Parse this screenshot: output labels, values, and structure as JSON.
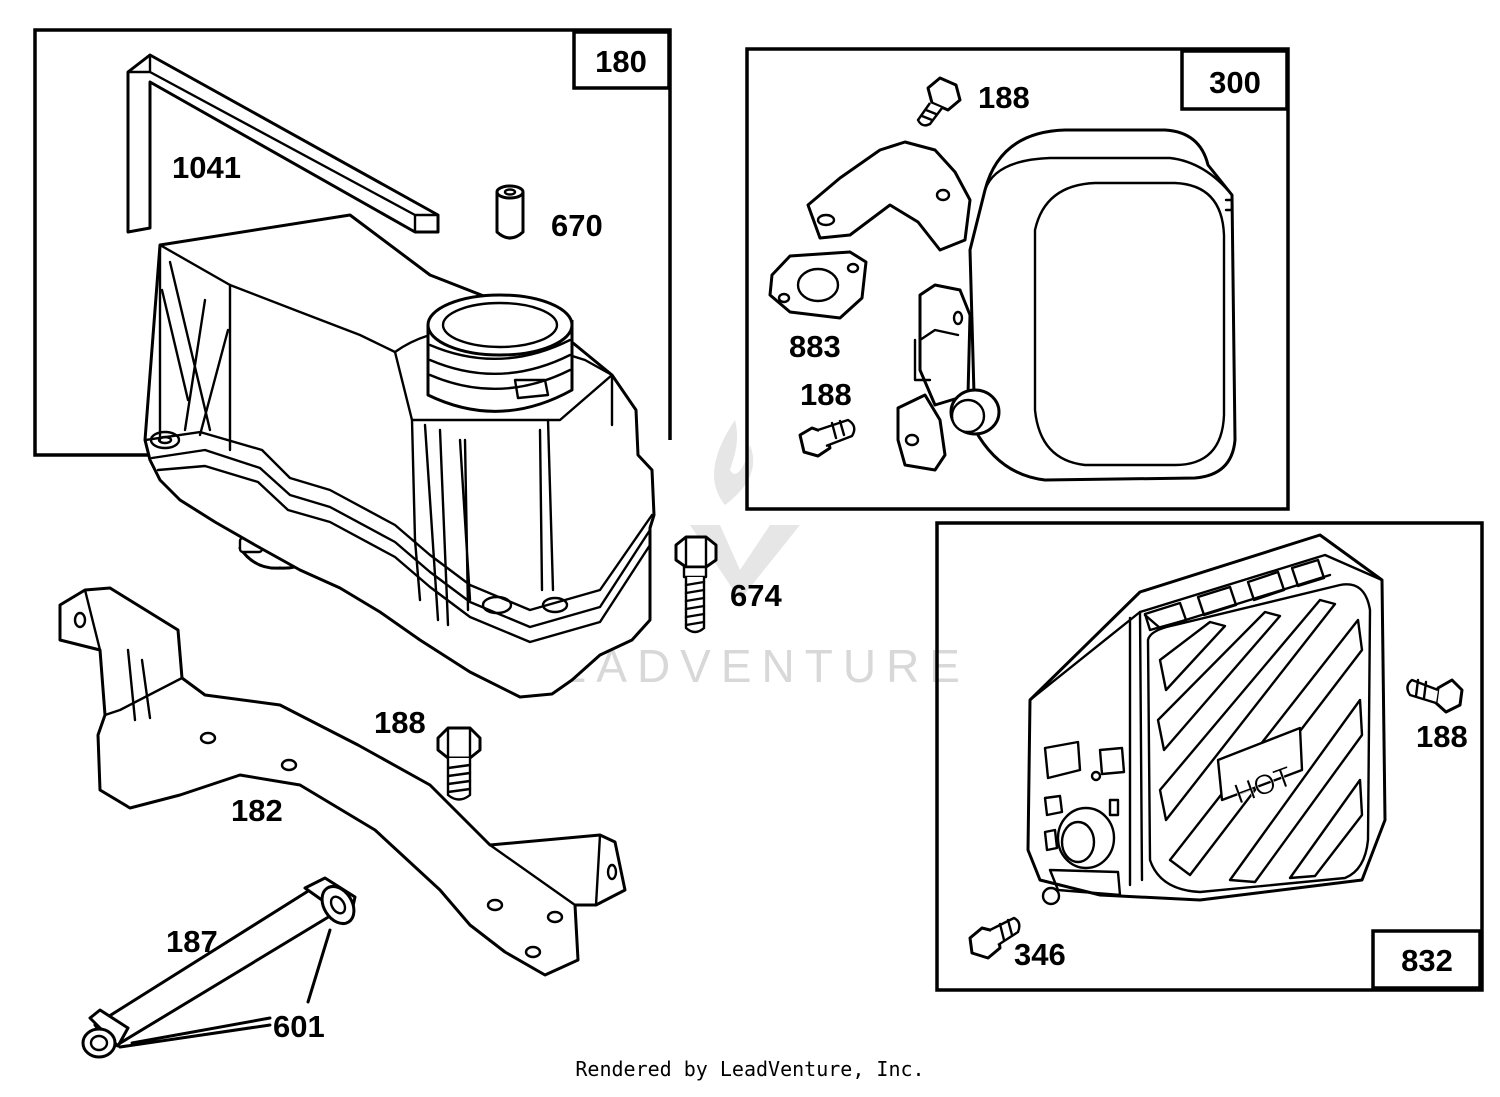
{
  "diagram": {
    "group_labels": {
      "tank": "180",
      "muffler": "300",
      "guard": "832"
    },
    "part_labels": {
      "bracket_strap": "1041",
      "bushing": "670",
      "bolt_muffler_top": "188",
      "gasket": "883",
      "screw_muffler_bracket": "188",
      "bolt_tank": "674",
      "bolt_guard": "188",
      "screw_bracket": "188",
      "tank_bracket": "182",
      "fuel_line": "187",
      "clamp": "601",
      "screw_guard": "346"
    },
    "guard_text": "HOT",
    "watermark": "LEADVENTURE",
    "credit": "Rendered by LeadVenture, Inc."
  }
}
